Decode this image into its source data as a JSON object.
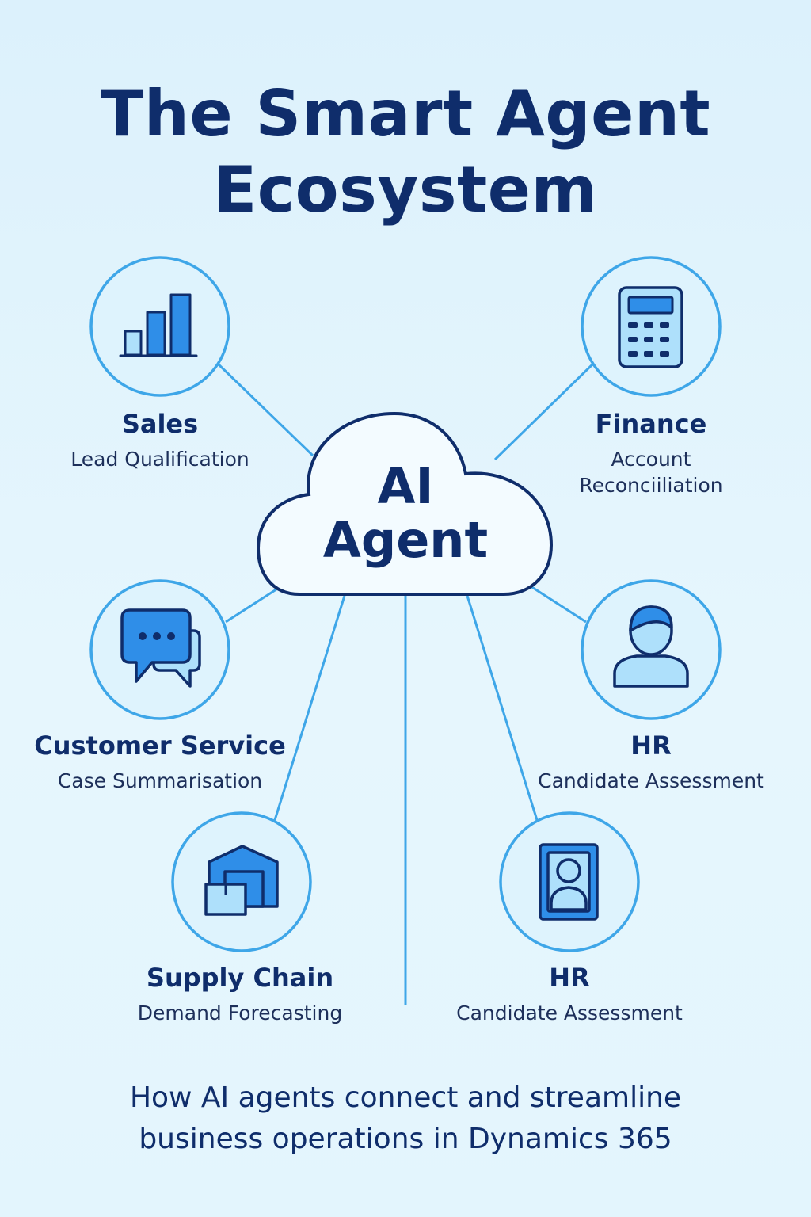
{
  "title": {
    "line1": "The Smart Agent",
    "line2": "Ecosystem"
  },
  "center": {
    "line1": "AI",
    "line2": "Agent"
  },
  "colors": {
    "dark_navy": "#0f2d6b",
    "accent_blue": "#3ea6e8",
    "icon_fill": "#2f8ee8",
    "icon_light": "#aee0fb"
  },
  "nodes": [
    {
      "id": "sales",
      "name": "Sales",
      "desc_line1": "Lead Qualification",
      "desc_line2": "",
      "icon": "bar-chart-icon"
    },
    {
      "id": "finance",
      "name": "Finance",
      "desc_line1": "Account",
      "desc_line2": "Reconciiliation",
      "icon": "calculator-icon"
    },
    {
      "id": "customer-service",
      "name": "Customer Service",
      "desc_line1": "Case Summarisation",
      "desc_line2": "",
      "icon": "chat-bubbles-icon"
    },
    {
      "id": "hr-1",
      "name": "HR",
      "desc_line1": "Candidate Assessment",
      "desc_line2": "",
      "icon": "person-icon"
    },
    {
      "id": "supply-chain",
      "name": "Supply Chain",
      "desc_line1": "Demand Forecasting",
      "desc_line2": "",
      "icon": "warehouse-icon"
    },
    {
      "id": "hr-2",
      "name": "HR",
      "desc_line1": "Candidate Assessment",
      "desc_line2": "",
      "icon": "id-badge-icon"
    }
  ],
  "footer": {
    "line1": "How AI agents connect and streamline",
    "line2": "business operations in Dynamics 365"
  }
}
